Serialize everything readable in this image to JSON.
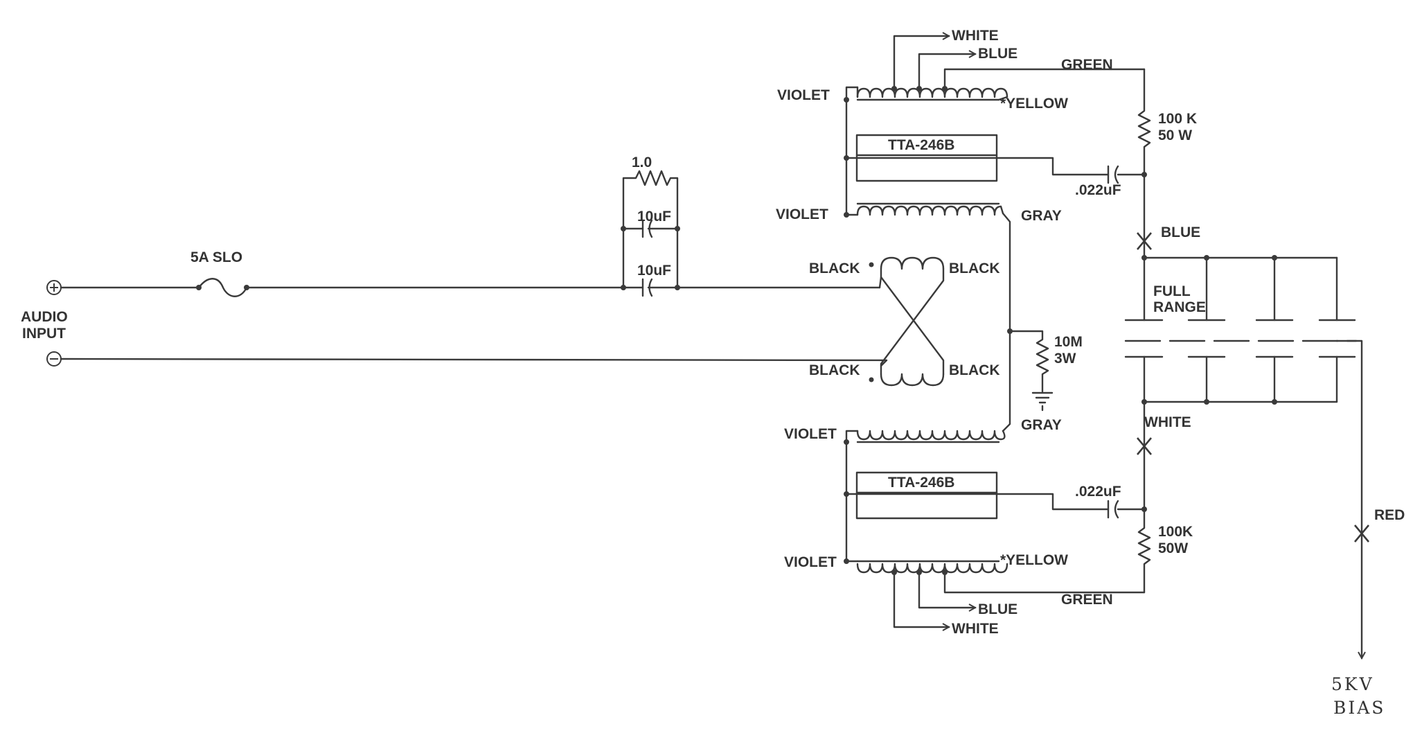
{
  "labels": {
    "audio_input": [
      "AUDIO",
      "INPUT"
    ],
    "fuse": "5A SLO",
    "res_1_0": "1.0",
    "cap_10uf_a": "10uF",
    "cap_10uf_b": "10uF",
    "t_top": {
      "white": "WHITE",
      "blue": "BLUE",
      "green": "GREEN",
      "violet_a": "VIOLET",
      "yellow": "*YELLOW",
      "tta": "TTA-246B",
      "violet_b": "VIOLET",
      "gray": "GRAY"
    },
    "res_top": [
      "100 K",
      "50 W"
    ],
    "cap_top": ".022uF",
    "blue_x": "BLUE",
    "full_range": [
      "FULL",
      "RANGE"
    ],
    "black_tl": "BLACK",
    "black_tr": "BLACK",
    "black_bl": "BLACK",
    "black_br": "BLACK",
    "res_10m": [
      "10M",
      "3W"
    ],
    "t_bot": {
      "gray": "GRAY",
      "violet_a": "VIOLET",
      "tta": "TTA-246B",
      "violet_b": "VIOLET",
      "yellow": "*YELLOW",
      "blue": "BLUE",
      "green": "GREEN",
      "white": "WHITE"
    },
    "white_x": "WHITE",
    "cap_bot": ".022uF",
    "res_bot": [
      "100K",
      "50W"
    ],
    "red_x": "RED",
    "bias": [
      "5KV",
      "BIAS"
    ]
  }
}
